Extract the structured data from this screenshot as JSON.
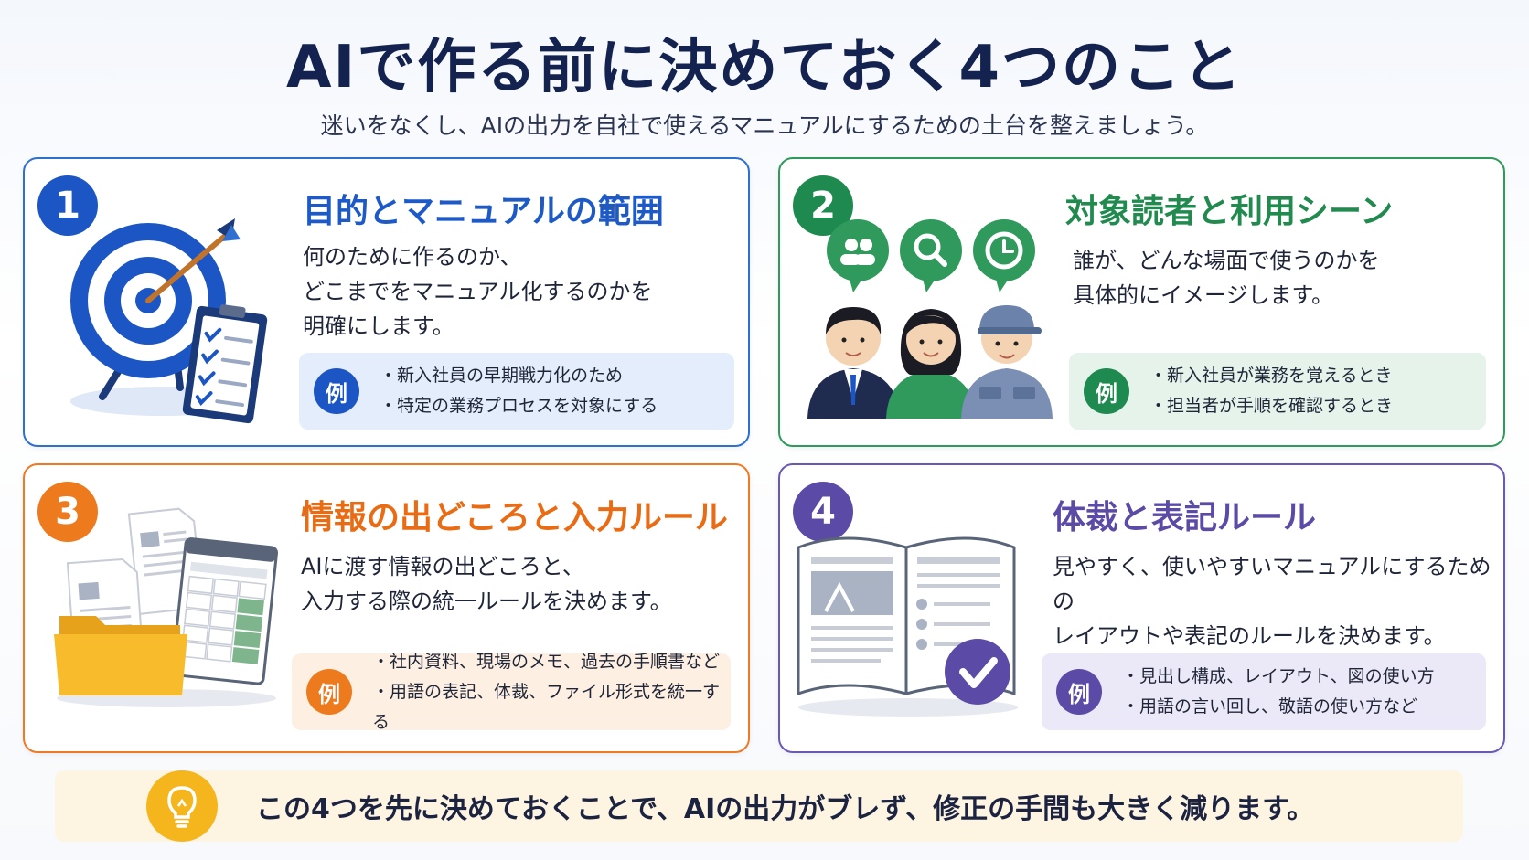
{
  "title": "AIで作る前に決めておく4つのこと",
  "subtitle": "迷いをなくし、AIの出力を自社で使えるマニュアルにするための土台を整えましょう。",
  "cards": [
    {
      "number": "1",
      "title": "目的とマニュアルの範囲",
      "description": "何のために作るのか、\nどこまでをマニュアル化するのかを\n明確にします。",
      "example_label": "例",
      "examples": [
        "新入社員の早期戦力化のため",
        "特定の業務プロセスを対象にする"
      ],
      "accent": "#1c56c4"
    },
    {
      "number": "2",
      "title": "対象読者と利用シーン",
      "description": "誰が、どんな場面で使うのかを\n具体的にイメージします。",
      "example_label": "例",
      "examples": [
        "新入社員が業務を覚えるとき",
        "担当者が手順を確認するとき"
      ],
      "accent": "#1f8a4f"
    },
    {
      "number": "3",
      "title": "情報の出どころと入力ルール",
      "description": "AIに渡す情報の出どころと、\n入力する際の統一ルールを決めます。",
      "example_label": "例",
      "examples": [
        "社内資料、現場のメモ、過去の手順書など",
        "用語の表記、体裁、ファイル形式を統一する"
      ],
      "accent": "#ee7a1e"
    },
    {
      "number": "4",
      "title": "体裁と表記ルール",
      "description": "見やすく、使いやすいマニュアルにするための\nレイアウトや表記のルールを決めます。",
      "example_label": "例",
      "examples": [
        "見出し構成、レイアウト、図の使い方",
        "用語の言い回し、敬語の使い方など"
      ],
      "accent": "#5b4aa6"
    }
  ],
  "footer": {
    "text": "この4つを先に決めておくことで、AIの出力がブレず、修正の手間も大きく減ります。",
    "icon": "lightbulb-icon"
  }
}
